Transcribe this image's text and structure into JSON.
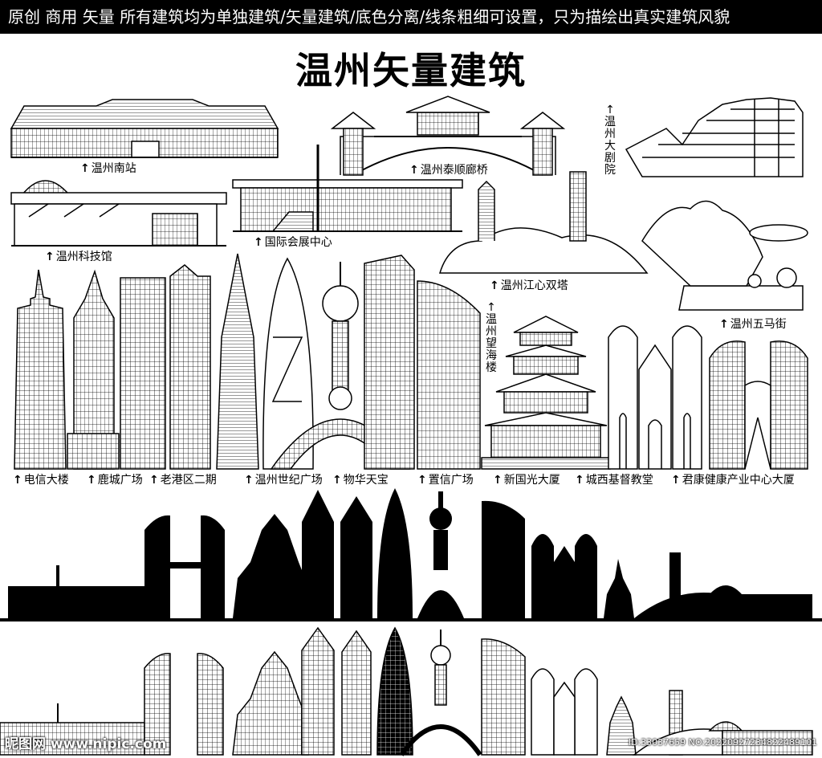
{
  "header": {
    "banner": "原创  商用  矢量  所有建筑均为单独建筑/矢量建筑/底色分离/线条粗细可设置，只为描绘出真实建筑风貌",
    "title": "温州矢量建筑"
  },
  "labels": {
    "nanzhan": "温州南站",
    "taishun": "温州泰顺廊桥",
    "dajuyuan": "温州大剧院",
    "kejiguan": "温州科技馆",
    "huizhan": "国际会展中心",
    "jiangxin": "温州江心双塔",
    "wuma": "温州五马街",
    "wanghai": "温州望海楼",
    "dianxin": "电信大楼",
    "lucheng": "鹿城广场",
    "laogang": "老港区二期",
    "shiji": "温州世纪广场",
    "wuhua": "物华天宝",
    "zhixin": "置信广场",
    "xinguoguang": "新国光大厦",
    "jiaotang": "城西基督教堂",
    "junkang": "君康健康产业中心大厦"
  },
  "arrow_glyph": "↑",
  "watermark": {
    "site": "昵图网 www.nipic.com",
    "id": "ID:33037659 NO:20220927234822489101"
  }
}
